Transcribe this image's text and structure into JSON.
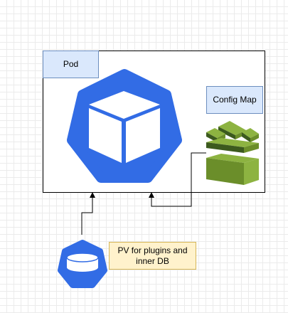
{
  "diagram": {
    "pod": {
      "label": "Pod",
      "icon": "kubernetes-pod-cube-icon"
    },
    "config_map": {
      "label": "Config Map",
      "icon": "aws-stacked-config-layers-icon"
    },
    "persistent_volume": {
      "label": "PV for plugins and inner DB",
      "icon": "kubernetes-volume-icon"
    },
    "connectors": [
      {
        "from": "persistent_volume",
        "to": "pod"
      },
      {
        "from": "config_map",
        "to": "pod"
      }
    ],
    "colors": {
      "kubernetes_blue": "#326ce5",
      "label_fill_blue": "#dae8fc",
      "label_stroke_blue": "#6c8ebf",
      "label_fill_yellow": "#fff2cc",
      "label_stroke_yellow": "#d6b656",
      "config_green_dark": "#3c5a1e",
      "config_green_mid": "#6b8e2a",
      "config_green_light": "#8db341"
    }
  }
}
